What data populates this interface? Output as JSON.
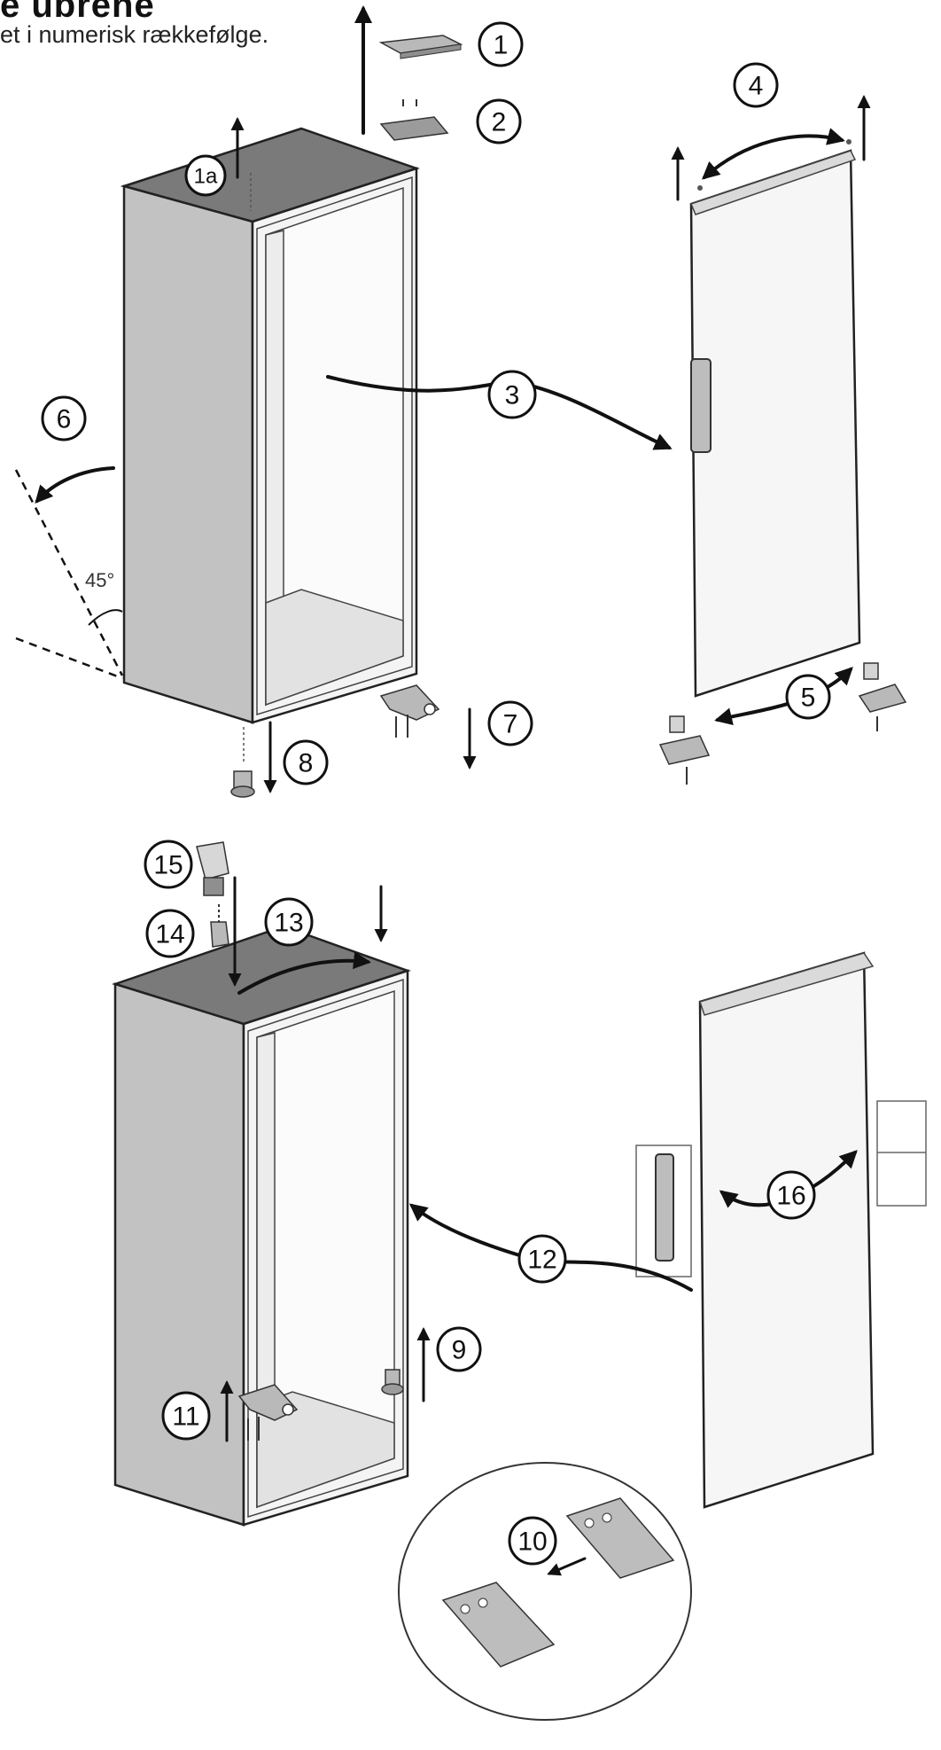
{
  "heading": "e ubrene",
  "subtitle": "et i numerisk rækkefølge.",
  "angle_label": "45°",
  "steps": [
    {
      "label": "1"
    },
    {
      "label": "1a"
    },
    {
      "label": "2"
    },
    {
      "label": "3"
    },
    {
      "label": "4"
    },
    {
      "label": "5"
    },
    {
      "label": "6"
    },
    {
      "label": "7"
    },
    {
      "label": "8"
    },
    {
      "label": "9"
    },
    {
      "label": "10"
    },
    {
      "label": "11"
    },
    {
      "label": "12"
    },
    {
      "label": "13"
    },
    {
      "label": "14"
    },
    {
      "label": "15"
    },
    {
      "label": "16"
    }
  ],
  "colors": {
    "cabinet_top": "#7a7a7a",
    "cabinet_side": "#c2c2c2",
    "cabinet_front": "#f4f4f4",
    "door": "#f6f6f6",
    "parts": "#b9b9b9",
    "ink": "#111111"
  }
}
